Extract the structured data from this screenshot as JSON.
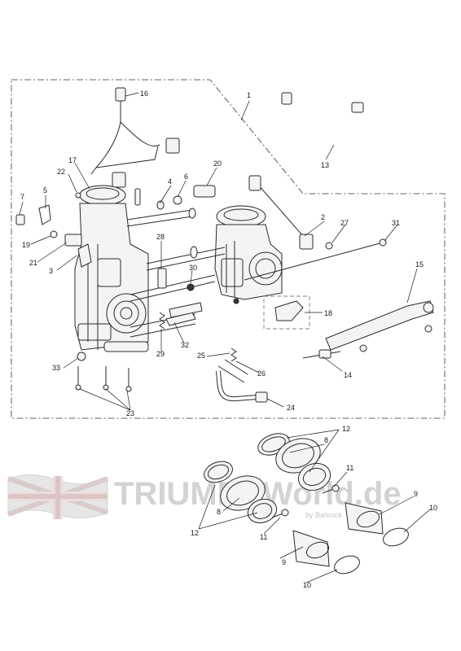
{
  "watermark": {
    "brand": "TRIUMPHWorld.de",
    "byline": "by Bahrock",
    "flag": "union-jack-flag"
  },
  "callouts": [
    {
      "id": "c1",
      "text": "1"
    },
    {
      "id": "c2",
      "text": "2"
    },
    {
      "id": "c3",
      "text": "3"
    },
    {
      "id": "c4",
      "text": "4"
    },
    {
      "id": "c5",
      "text": "5"
    },
    {
      "id": "c6",
      "text": "6"
    },
    {
      "id": "c7",
      "text": "7"
    },
    {
      "id": "c8a",
      "text": "8"
    },
    {
      "id": "c8b",
      "text": "8"
    },
    {
      "id": "c9a",
      "text": "9"
    },
    {
      "id": "c9b",
      "text": "9"
    },
    {
      "id": "c10a",
      "text": "10"
    },
    {
      "id": "c10b",
      "text": "10"
    },
    {
      "id": "c11a",
      "text": "11"
    },
    {
      "id": "c11b",
      "text": "11"
    },
    {
      "id": "c12a",
      "text": "12"
    },
    {
      "id": "c12b",
      "text": "12"
    },
    {
      "id": "c13",
      "text": "13"
    },
    {
      "id": "c14",
      "text": "14"
    },
    {
      "id": "c15",
      "text": "15"
    },
    {
      "id": "c16",
      "text": "16"
    },
    {
      "id": "c17",
      "text": "17"
    },
    {
      "id": "c18",
      "text": "18"
    },
    {
      "id": "c19",
      "text": "19"
    },
    {
      "id": "c20",
      "text": "20"
    },
    {
      "id": "c21",
      "text": "21"
    },
    {
      "id": "c22",
      "text": "22"
    },
    {
      "id": "c23",
      "text": "23"
    },
    {
      "id": "c24",
      "text": "24"
    },
    {
      "id": "c25",
      "text": "25"
    },
    {
      "id": "c26",
      "text": "26"
    },
    {
      "id": "c27",
      "text": "27"
    },
    {
      "id": "c28",
      "text": "28"
    },
    {
      "id": "c29",
      "text": "29"
    },
    {
      "id": "c30",
      "text": "30"
    },
    {
      "id": "c31",
      "text": "31"
    },
    {
      "id": "c32",
      "text": "32"
    },
    {
      "id": "c33",
      "text": "33"
    }
  ]
}
